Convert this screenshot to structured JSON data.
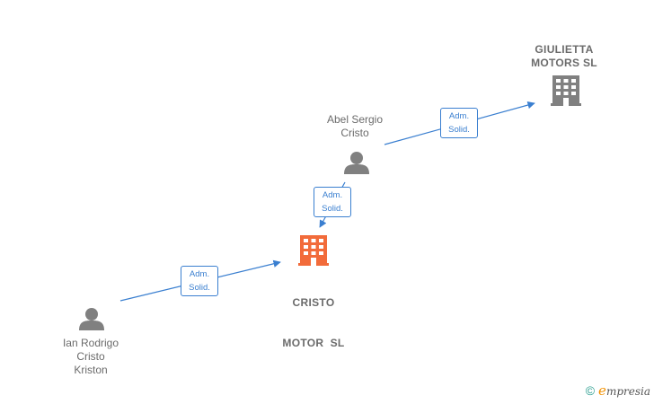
{
  "nodes": {
    "giulietta": {
      "line1": "GIULIETTA",
      "line2": "MOTORS SL"
    },
    "abel": {
      "line1": "Abel Sergio",
      "line2": "Cristo"
    },
    "cristo_motor": {
      "line1": "CRISTO",
      "line2": "MOTOR  SL"
    },
    "ian": {
      "line1": "Ian Rodrigo",
      "line2": "Cristo",
      "line3": "Kriston"
    }
  },
  "edges": {
    "abel_to_giulietta": {
      "line1": "Adm.",
      "line2": "Solid."
    },
    "abel_to_cristo": {
      "line1": "Adm.",
      "line2": "Solid."
    },
    "ian_to_cristo": {
      "line1": "Adm.",
      "line2": "Solid."
    }
  },
  "colors": {
    "edge": "#3a7fd0",
    "focus_company": "#f26b3a",
    "other_company": "#808080",
    "person": "#808080"
  },
  "brand": {
    "copyright_symbol": "©",
    "first_letter": "e",
    "rest": "mpresia"
  }
}
